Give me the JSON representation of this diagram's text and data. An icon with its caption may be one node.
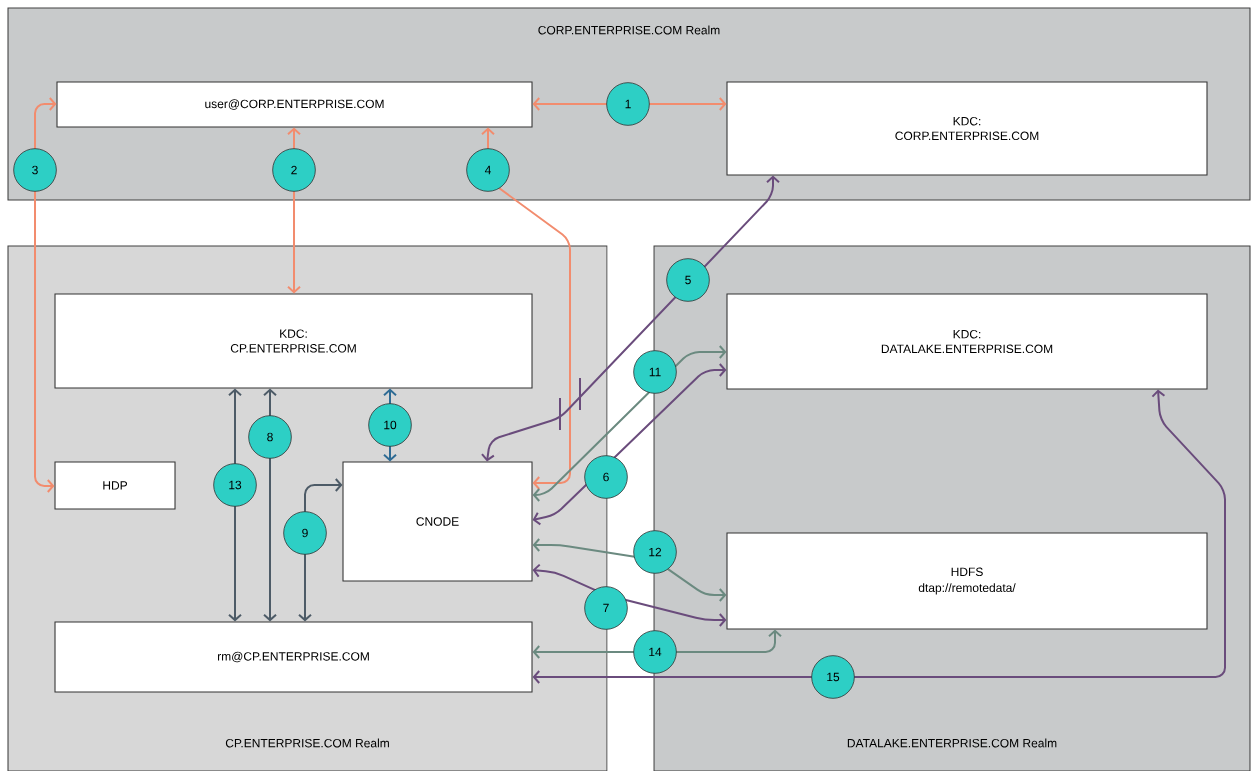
{
  "diagram": {
    "nodes": [
      {
        "text": [
          "CORP.ENTERPRISE.COM Realm"
        ]
      },
      {
        "text": [
          "user@CORP.ENTERPRISE.COM"
        ],
        "in": 0
      },
      {
        "text": [
          "KDC: CORP.ENTERPRISE.COM"
        ],
        "in": 0
      },
      {
        "text": [
          "CP.ENTERPRISE.COM Realm"
        ]
      },
      {
        "text": [
          "KDC: CP.ENTERPRISE.COM"
        ],
        "in": 3
      },
      {
        "text": [
          "HDP"
        ],
        "in": 3
      },
      {
        "text": [
          "CNODE"
        ],
        "in": 3
      },
      {
        "text": [
          "rm@CP.ENTERPRISE.COM"
        ],
        "in": 3
      },
      {
        "text": [
          "DATALAKE.ENTERPRISE.COM Realm"
        ]
      },
      {
        "text": [
          "KDC: DATALAKE.ENTERPRISE.COM"
        ],
        "in": 8
      },
      {
        "text": [
          "HDFS",
          "dtap://remotedata/"
        ],
        "in": 8
      }
    ],
    "edges": [
      {
        "from": 1,
        "to": 2,
        "arrow": "both",
        "label": "1",
        "color": "#f28c6e"
      },
      {
        "from": 1,
        "to": 4,
        "arrow": "both",
        "label": "2",
        "color": "#f28c6e"
      },
      {
        "from": 1,
        "to": 5,
        "arrow": "both",
        "label": "3",
        "color": "#f28c6e"
      },
      {
        "from": 1,
        "to": 6,
        "arrow": "both",
        "label": "4",
        "color": "#f28c6e"
      },
      {
        "from": 2,
        "to": 6,
        "arrow": "both",
        "label": "5",
        "color": "#6a4c7c"
      },
      {
        "from": 6,
        "to": 9,
        "arrow": "both",
        "label": "6",
        "color": "#6a4c7c"
      },
      {
        "from": 6,
        "to": 10,
        "arrow": "both",
        "label": "7",
        "color": "#6a4c7c"
      },
      {
        "from": 4,
        "to": 7,
        "arrow": "both",
        "label": "8",
        "color": "#4d5b67"
      },
      {
        "from": 7,
        "to": 6,
        "arrow": "both",
        "label": "9",
        "color": "#4d5b67"
      },
      {
        "from": 4,
        "to": 6,
        "arrow": "both",
        "label": "10",
        "color": "#2e6b94"
      },
      {
        "from": 6,
        "to": 9,
        "arrow": "both",
        "label": "11",
        "color": "#6b8a80"
      },
      {
        "from": 6,
        "to": 10,
        "arrow": "both",
        "label": "12",
        "color": "#6b8a80"
      },
      {
        "from": 4,
        "to": 7,
        "arrow": "both",
        "label": "13",
        "color": "#4d5b67"
      },
      {
        "from": 7,
        "to": 10,
        "arrow": "both",
        "label": "14",
        "color": "#6b8a80"
      },
      {
        "from": 7,
        "to": 9,
        "arrow": "both",
        "label": "15",
        "color": "#6a4c7c"
      }
    ]
  }
}
